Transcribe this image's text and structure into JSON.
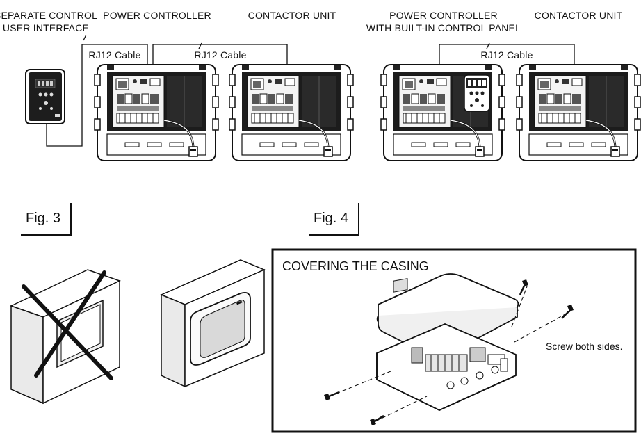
{
  "top": {
    "separate_control_line1": "SEPARATE CONTROL",
    "separate_control_line2": "USER INTERFACE",
    "power_controller_a": "POWER CONTROLLER",
    "contactor_unit_a": "CONTACTOR UNIT",
    "power_controller_b_line1": "POWER CONTROLLER",
    "power_controller_b_line2": "WITH BUILT-IN CONTROL PANEL",
    "contactor_unit_b": "CONTACTOR UNIT",
    "rj12_1": "RJ12 Cable",
    "rj12_2": "RJ12 Cable",
    "rj12_3": "RJ12 Cable"
  },
  "figures": {
    "fig3": "Fig. 3",
    "fig4": "Fig. 4"
  },
  "casing": {
    "title": "COVERING THE CASING",
    "note": "Screw both sides."
  }
}
